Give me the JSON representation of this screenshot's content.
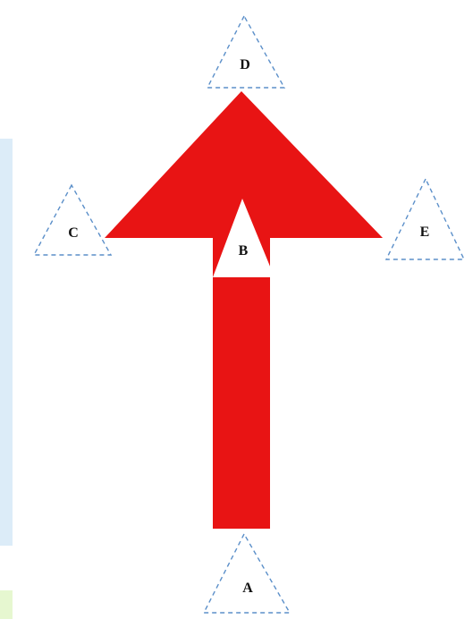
{
  "diagram": {
    "colors": {
      "arrow": "#e81414",
      "marker_outline": "#5b8fc9",
      "background_strip": "#dcecf8",
      "background_strip_green": "#e6f7d0"
    },
    "nodes": {
      "a": {
        "label": "A"
      },
      "b": {
        "label": "B"
      },
      "c": {
        "label": "C"
      },
      "d": {
        "label": "D"
      },
      "e": {
        "label": "E"
      }
    }
  }
}
